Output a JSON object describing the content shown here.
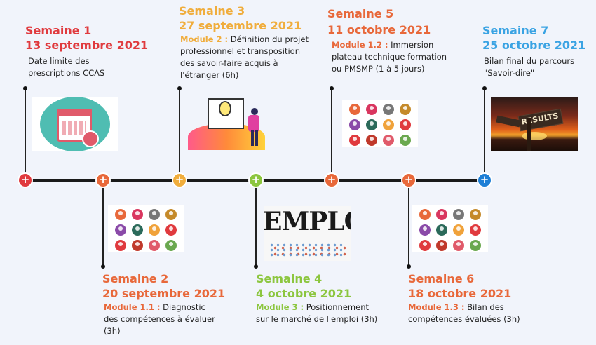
{
  "colors": {
    "red": "#e03a3e",
    "orange": "#e8683a",
    "yellow": "#f0ad3c",
    "green": "#8cc63f",
    "blue": "#3aa3e3",
    "line": "#1a1a1a"
  },
  "weeks": [
    {
      "id": "w1",
      "title": "Semaine 1",
      "date": "13 septembre 2021",
      "module": "",
      "text": "Date limite des prescriptions CCAS",
      "image": "calendar-icon"
    },
    {
      "id": "w2",
      "title": "Semaine 2",
      "date": "20 septembre 2021",
      "module": "Module 1.1 :",
      "text": "Diagnostic des compétences à évaluer (3h)",
      "image": "skills-grid-icon"
    },
    {
      "id": "w3",
      "title": "Semaine 3",
      "date": "27 septembre 2021",
      "module": "Module 2 :",
      "text": "Définition du projet professionnel et transposition des savoir-faire acquis à l'étranger (6h)",
      "image": "idea-person-illustration"
    },
    {
      "id": "w4",
      "title": "Semaine 4",
      "date": "4 octobre 2021",
      "module": "Module 3 :",
      "text": "Positionnement sur le marché de l'emploi (3h)",
      "image": "emploi-image",
      "image_text": "EMPLOI"
    },
    {
      "id": "w5",
      "title": "Semaine 5",
      "date": "11 octobre 2021",
      "module": "Module 1.2 :",
      "text": "Immersion plateau technique formation ou PMSMP (1 à 5 jours)",
      "image": "skills-grid-icon"
    },
    {
      "id": "w6",
      "title": "Semaine 6",
      "date": "18 octobre 2021",
      "module": "Module 1.3 :",
      "text": "Bilan des compétences évaluées (3h)",
      "image": "skills-grid-icon"
    },
    {
      "id": "w7",
      "title": "Semaine 7",
      "date": "25 octobre 2021",
      "module": "",
      "text": "Bilan final du parcours \"Savoir-dire\"",
      "image": "results-signpost-image",
      "image_text": "RESULTS"
    }
  ],
  "node_symbol": "+"
}
